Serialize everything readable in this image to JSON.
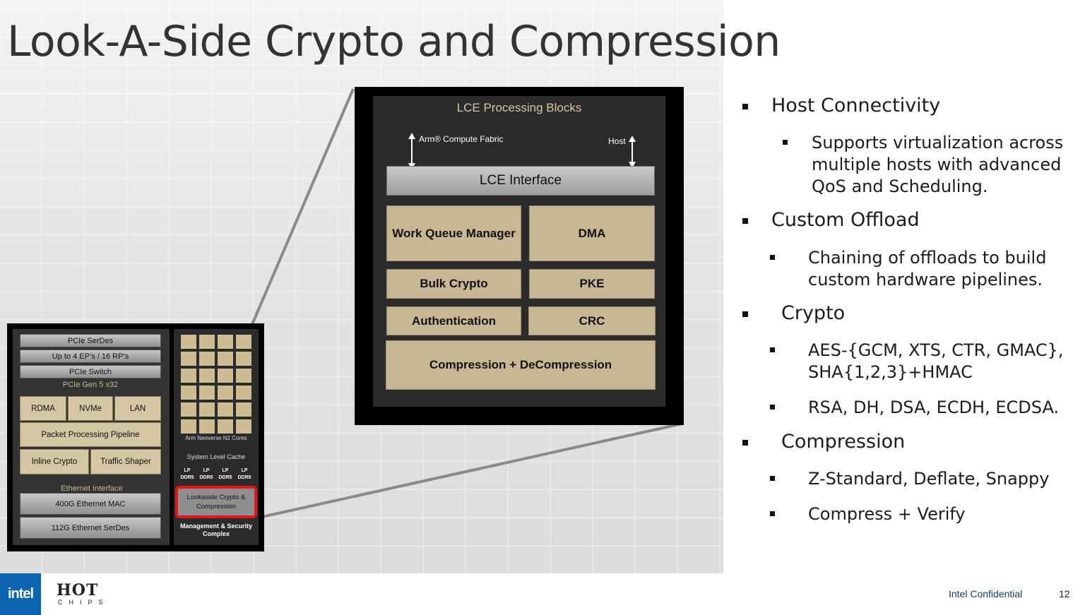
{
  "slide": {
    "title": "Look-A-Side Crypto and Compression",
    "footer": {
      "brand": "intel",
      "logo_top": "HOT",
      "logo_bottom": "CHIPS",
      "confidential": "Intel Confidential",
      "page_number": "12"
    }
  },
  "lce": {
    "title": "LCE Processing Blocks",
    "fabric_label": "Arm® Compute Fabric",
    "host_label": "Host",
    "interface": "LCE Interface",
    "blocks": {
      "work_queue": "Work Queue Manager",
      "dma": "DMA",
      "bulk_crypto": "Bulk Crypto",
      "pke": "PKE",
      "authentication": "Authentication",
      "crc": "CRC",
      "compression": "Compression + DeCompression"
    }
  },
  "chip": {
    "pcie_serdes": "PCIe SerDes",
    "ep_rp": "Up to 4 EP’s / 16 RP’s",
    "pcie_switch": "PCIe Switch",
    "pcie_gen": "PCIe Gen 5 x32",
    "rdma": "RDMA",
    "nvme": "NVMe",
    "lan": "LAN",
    "packet_pipeline": "Packet Processing Pipeline",
    "inline_crypto": "Inline Crypto",
    "traffic_shaper": "Traffic Shaper",
    "ethernet_interface": "Ethernet Interface",
    "eth_mac": "400G Ethernet MAC",
    "eth_serdes": "112G Ethernet SerDes",
    "neoverse": "Arm Neoverse N2 Cores",
    "slc": "System Level Cache",
    "lpddr": [
      "LP DDR5",
      "LP DDR5",
      "LP DDR5",
      "LP DDR5"
    ],
    "lookaside": "Lookaside Crypto & Compression",
    "mgmt": "Management & Security Complex",
    "highlight_color": "#e01818"
  },
  "bullets": {
    "host": "Host Connectivity",
    "host_sub": [
      "Supports virtualization across",
      "multiple hosts with advanced",
      "QoS and Scheduling."
    ],
    "offload": "Custom Offload",
    "offload_sub": [
      "Chaining of offloads to build",
      "custom hardware pipelines."
    ],
    "crypto": "Crypto",
    "crypto_sub1": [
      "AES-{GCM, XTS, CTR, GMAC},",
      "SHA{1,2,3}+HMAC"
    ],
    "crypto_sub2": "RSA, DH, DSA, ECDH, ECDSA.",
    "compression": "Compression",
    "comp_sub1": "Z-Standard, Deflate, Snappy",
    "comp_sub2": "Compress + Verify"
  }
}
